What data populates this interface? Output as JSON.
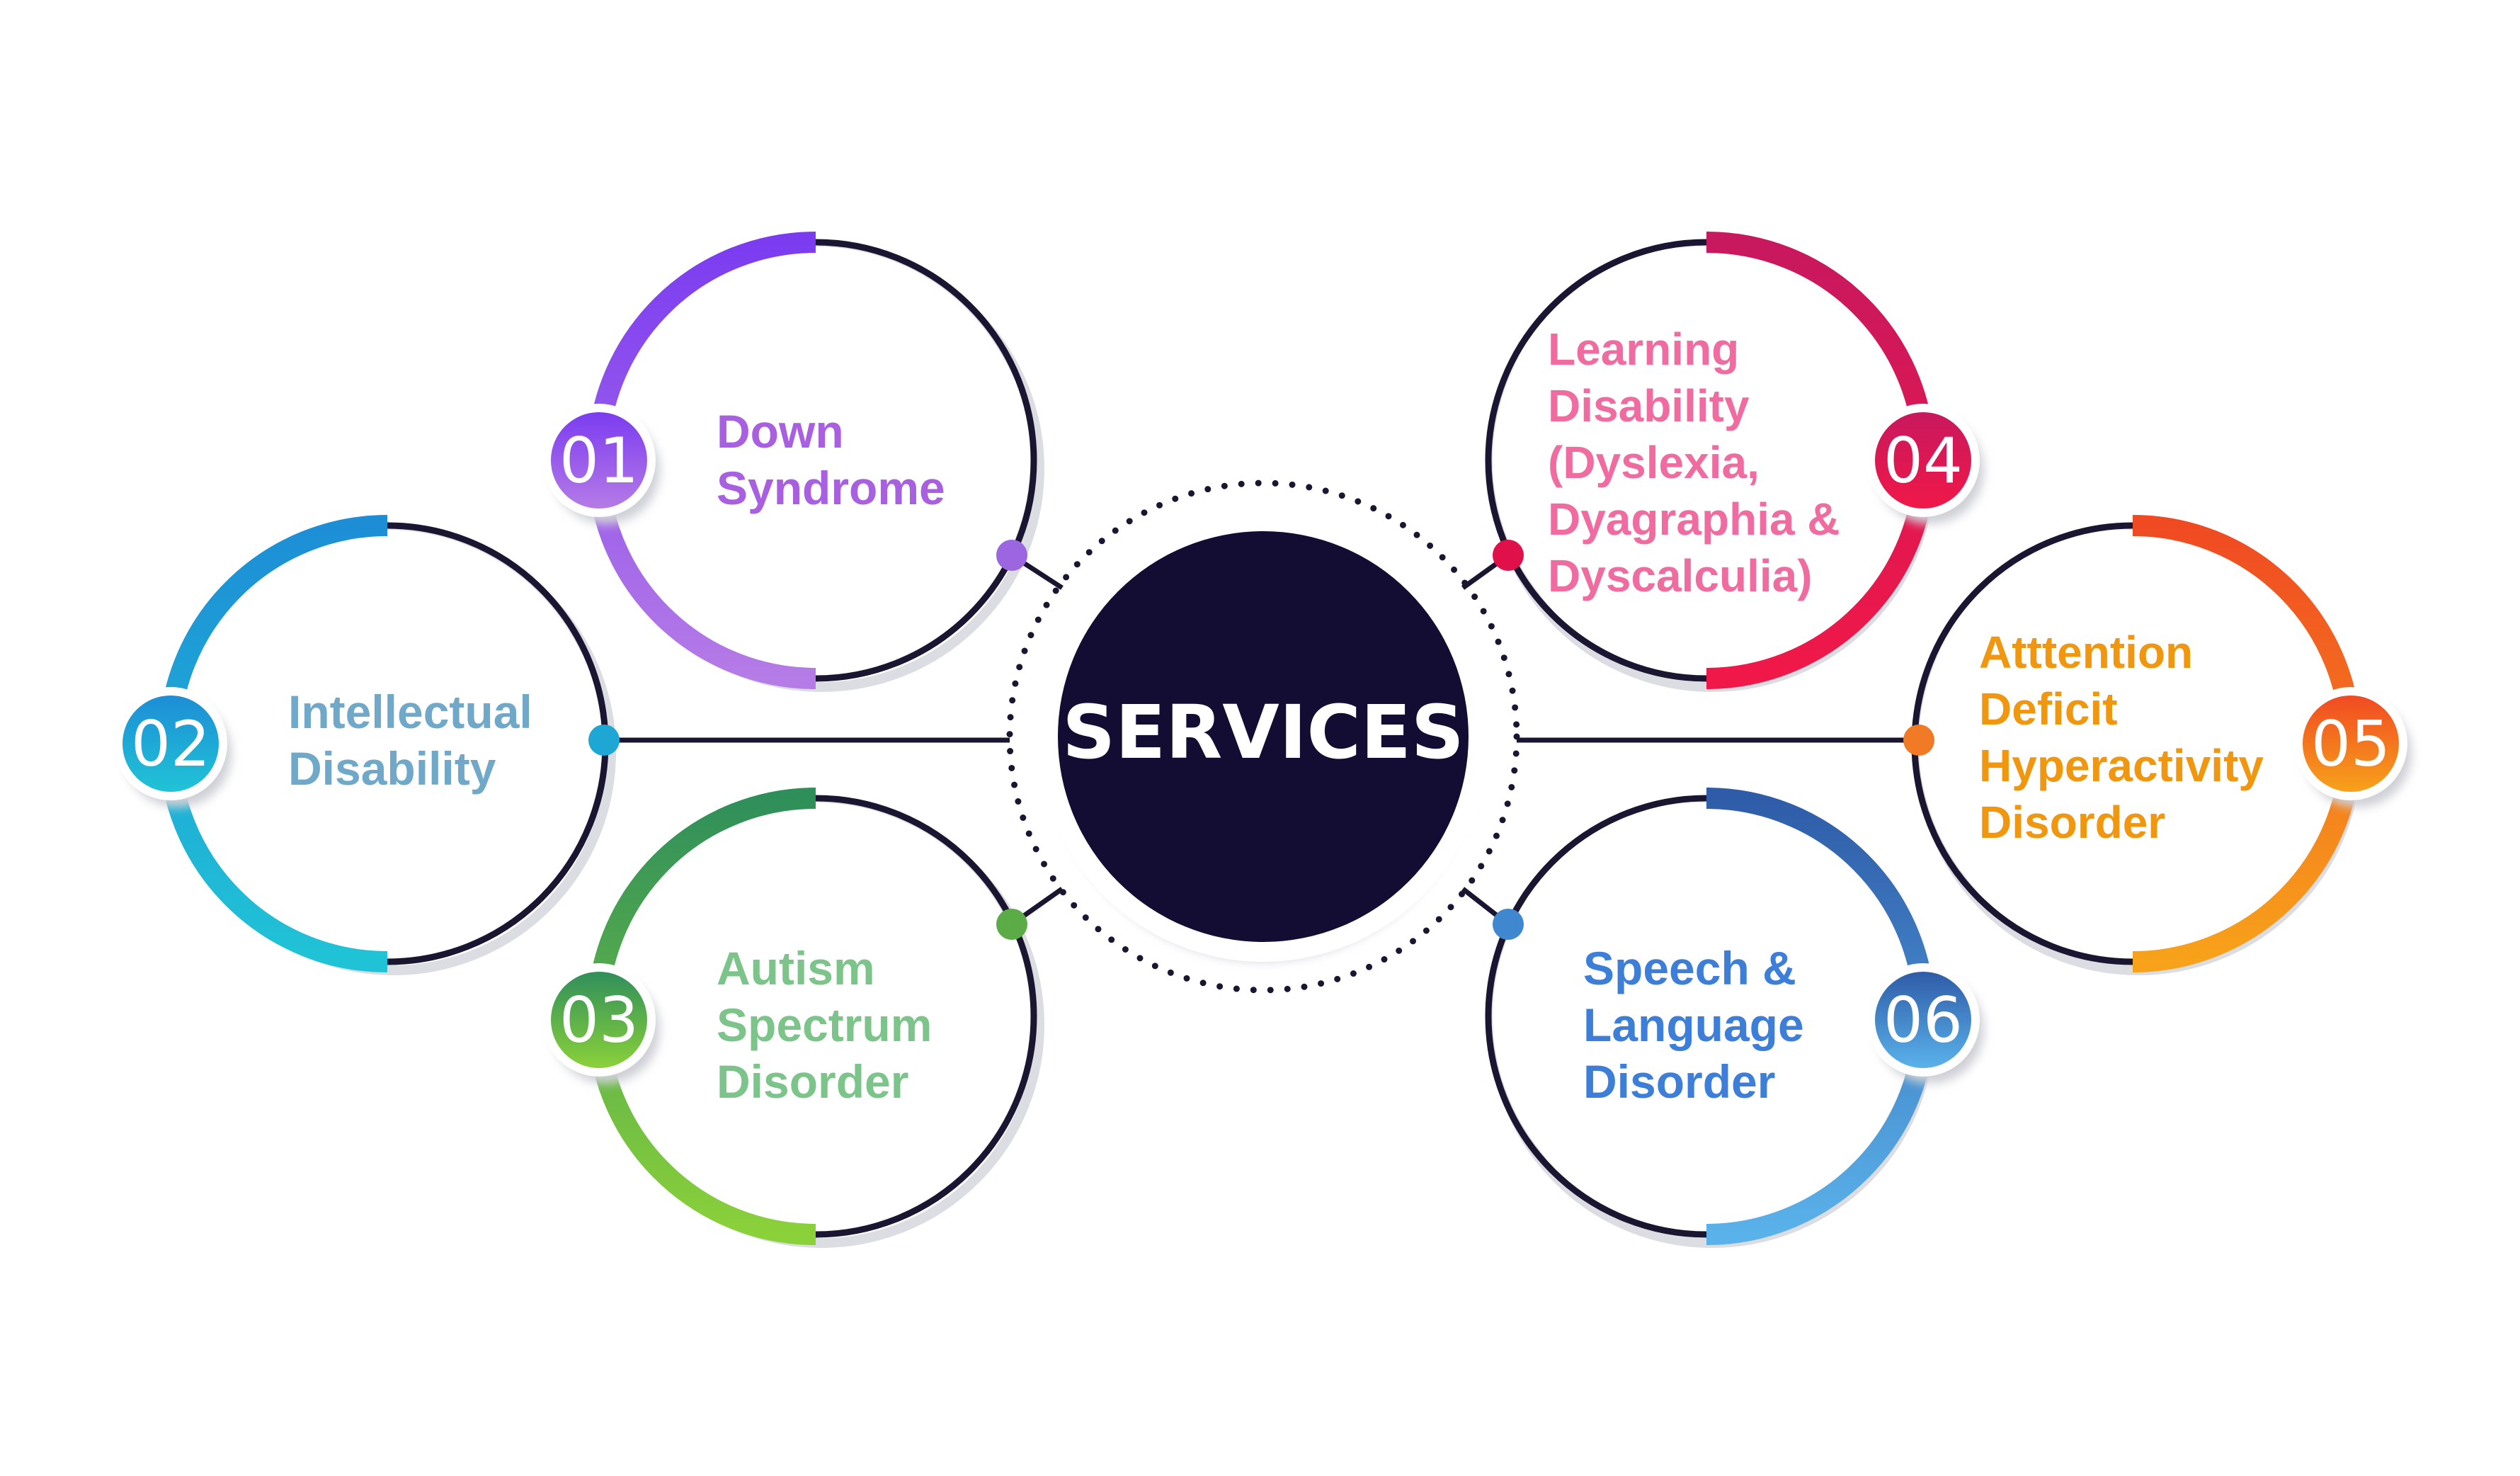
{
  "center": {
    "title": "SERVICES",
    "fill_color": "#140d33"
  },
  "connector_color": "#1a1530",
  "services": [
    {
      "number": "01",
      "lines": [
        "Down",
        "Syndrome"
      ],
      "label_color": "#a860e0",
      "gradient": [
        "#7b3cf0",
        "#b57be6"
      ],
      "dot_color": "#9b66e0"
    },
    {
      "number": "02",
      "lines": [
        "Intellectual",
        "Disability"
      ],
      "label_color": "#6fa8c8",
      "gradient": [
        "#1d8ed6",
        "#20c3d6"
      ],
      "dot_color": "#1ea6d4"
    },
    {
      "number": "03",
      "lines": [
        "Autism",
        "Spectrum",
        "Disorder"
      ],
      "label_color": "#7cc48a",
      "gradient": [
        "#2f8f5a",
        "#8bd13a"
      ],
      "dot_color": "#5bab47"
    },
    {
      "number": "04",
      "lines": [
        "Learning",
        "Disability",
        "(Dyslexia,",
        "Dyagraphia &",
        "Dyscalculia)"
      ],
      "label_color": "#f06ca0",
      "gradient": [
        "#c8185e",
        "#f01848"
      ],
      "dot_color": "#e0104a"
    },
    {
      "number": "05",
      "lines": [
        "Atttention",
        "Deficit",
        "Hyperactivity",
        "Disorder"
      ],
      "label_color": "#f0960f",
      "gradient": [
        "#f04a22",
        "#f7a21a"
      ],
      "dot_color": "#f07a25"
    },
    {
      "number": "06",
      "lines": [
        "Speech &",
        "Language",
        "Disorder"
      ],
      "label_color": "#3c7ed8",
      "gradient": [
        "#2f5ca8",
        "#5ab2ea"
      ],
      "dot_color": "#3f88d0"
    }
  ]
}
